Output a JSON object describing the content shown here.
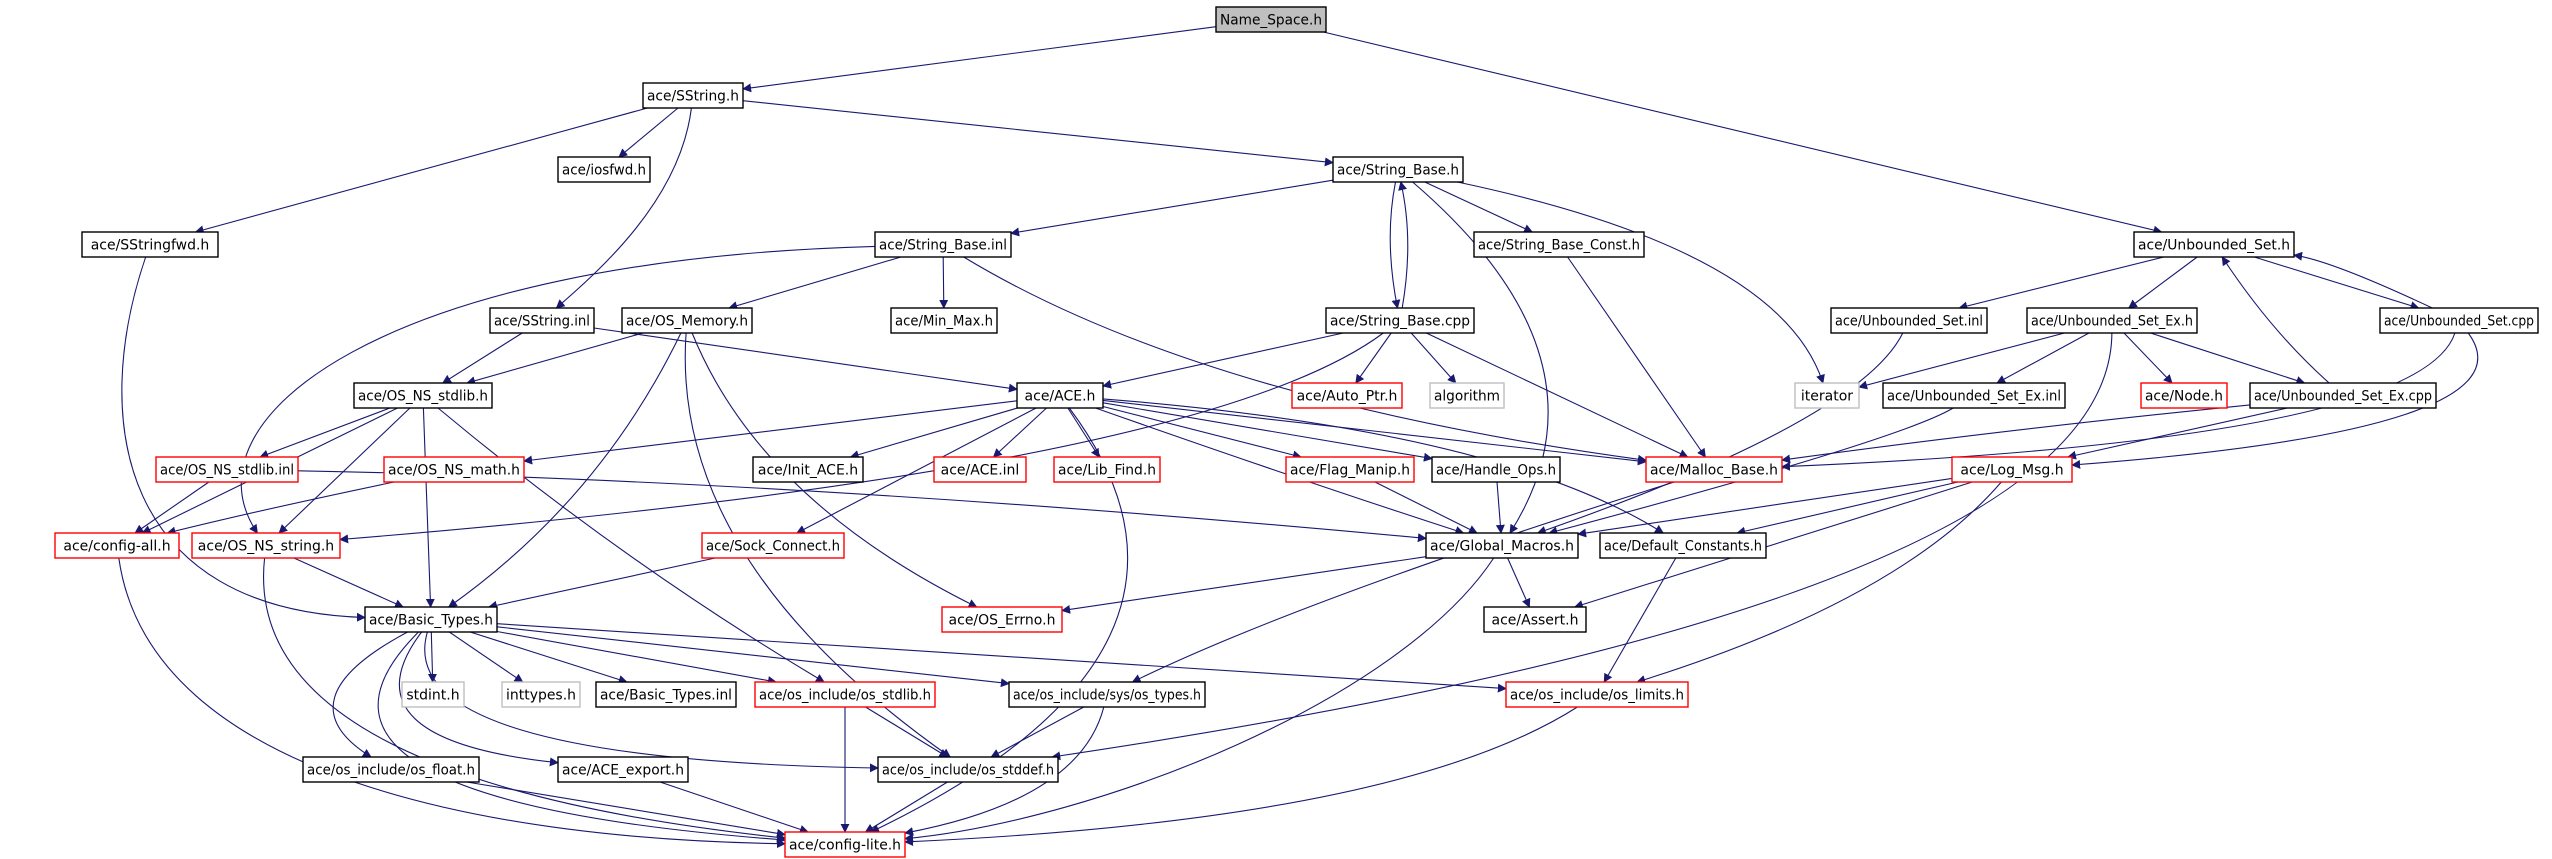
{
  "graph": {
    "colors": {
      "edge": "#191970",
      "root_fill": "#bfbfbf",
      "normal_border": "#000000",
      "truncated_border": "#ff0000",
      "external_border": "#bfbfbf"
    },
    "nodes": [
      {
        "id": "name_space",
        "label": "Name_Space.h",
        "kind": "root"
      },
      {
        "id": "sstring",
        "label": "ace/SString.h",
        "kind": "normal"
      },
      {
        "id": "iosfwd",
        "label": "ace/iosfwd.h",
        "kind": "normal"
      },
      {
        "id": "string_base_h",
        "label": "ace/String_Base.h",
        "kind": "normal"
      },
      {
        "id": "sstringfwd",
        "label": "ace/SStringfwd.h",
        "kind": "normal"
      },
      {
        "id": "string_base_inl",
        "label": "ace/String_Base.inl",
        "kind": "normal"
      },
      {
        "id": "string_base_const",
        "label": "ace/String_Base_Const.h",
        "kind": "normal"
      },
      {
        "id": "unbounded_set",
        "label": "ace/Unbounded_Set.h",
        "kind": "normal"
      },
      {
        "id": "sstring_inl",
        "label": "ace/SString.inl",
        "kind": "normal"
      },
      {
        "id": "os_memory",
        "label": "ace/OS_Memory.h",
        "kind": "normal"
      },
      {
        "id": "min_max",
        "label": "ace/Min_Max.h",
        "kind": "normal"
      },
      {
        "id": "string_base_cpp",
        "label": "ace/String_Base.cpp",
        "kind": "normal"
      },
      {
        "id": "unbounded_set_inl",
        "label": "ace/Unbounded_Set.inl",
        "kind": "normal"
      },
      {
        "id": "unbounded_set_ex",
        "label": "ace/Unbounded_Set_Ex.h",
        "kind": "normal"
      },
      {
        "id": "unbounded_set_cpp",
        "label": "ace/Unbounded_Set.cpp",
        "kind": "normal"
      },
      {
        "id": "os_ns_stdlib",
        "label": "ace/OS_NS_stdlib.h",
        "kind": "normal"
      },
      {
        "id": "ace_h",
        "label": "ace/ACE.h",
        "kind": "normal"
      },
      {
        "id": "auto_ptr",
        "label": "ace/Auto_Ptr.h",
        "kind": "truncated"
      },
      {
        "id": "algorithm",
        "label": "algorithm",
        "kind": "external"
      },
      {
        "id": "iterator",
        "label": "iterator",
        "kind": "external"
      },
      {
        "id": "unbounded_set_ex_inl",
        "label": "ace/Unbounded_Set_Ex.inl",
        "kind": "normal"
      },
      {
        "id": "node_h",
        "label": "ace/Node.h",
        "kind": "truncated"
      },
      {
        "id": "unbounded_set_ex_cpp",
        "label": "ace/Unbounded_Set_Ex.cpp",
        "kind": "normal"
      },
      {
        "id": "os_ns_stdlib_inl",
        "label": "ace/OS_NS_stdlib.inl",
        "kind": "truncated"
      },
      {
        "id": "os_ns_math",
        "label": "ace/OS_NS_math.h",
        "kind": "truncated"
      },
      {
        "id": "init_ace",
        "label": "ace/Init_ACE.h",
        "kind": "normal"
      },
      {
        "id": "ace_inl",
        "label": "ace/ACE.inl",
        "kind": "truncated"
      },
      {
        "id": "lib_find",
        "label": "ace/Lib_Find.h",
        "kind": "truncated"
      },
      {
        "id": "flag_manip",
        "label": "ace/Flag_Manip.h",
        "kind": "truncated"
      },
      {
        "id": "handle_ops",
        "label": "ace/Handle_Ops.h",
        "kind": "normal"
      },
      {
        "id": "malloc_base",
        "label": "ace/Malloc_Base.h",
        "kind": "truncated"
      },
      {
        "id": "log_msg",
        "label": "ace/Log_Msg.h",
        "kind": "truncated"
      },
      {
        "id": "config_all",
        "label": "ace/config-all.h",
        "kind": "truncated"
      },
      {
        "id": "os_ns_string",
        "label": "ace/OS_NS_string.h",
        "kind": "truncated"
      },
      {
        "id": "sock_connect",
        "label": "ace/Sock_Connect.h",
        "kind": "truncated"
      },
      {
        "id": "global_macros",
        "label": "ace/Global_Macros.h",
        "kind": "normal"
      },
      {
        "id": "default_constants",
        "label": "ace/Default_Constants.h",
        "kind": "normal"
      },
      {
        "id": "os_errno",
        "label": "ace/OS_Errno.h",
        "kind": "truncated"
      },
      {
        "id": "assert_h",
        "label": "ace/Assert.h",
        "kind": "normal"
      },
      {
        "id": "basic_types",
        "label": "ace/Basic_Types.h",
        "kind": "normal"
      },
      {
        "id": "stdint",
        "label": "stdint.h",
        "kind": "external"
      },
      {
        "id": "inttypes",
        "label": "inttypes.h",
        "kind": "external"
      },
      {
        "id": "basic_types_inl",
        "label": "ace/Basic_Types.inl",
        "kind": "normal"
      },
      {
        "id": "os_stdlib",
        "label": "ace/os_include/os_stdlib.h",
        "kind": "truncated"
      },
      {
        "id": "sys_types",
        "label": "ace/os_include/sys/os_types.h",
        "kind": "normal"
      },
      {
        "id": "os_limits",
        "label": "ace/os_include/os_limits.h",
        "kind": "truncated"
      },
      {
        "id": "os_float",
        "label": "ace/os_include/os_float.h",
        "kind": "normal"
      },
      {
        "id": "ace_export",
        "label": "ace/ACE_export.h",
        "kind": "normal"
      },
      {
        "id": "os_stddef",
        "label": "ace/os_include/os_stddef.h",
        "kind": "normal"
      },
      {
        "id": "config_lite",
        "label": "ace/config-lite.h",
        "kind": "truncated"
      }
    ]
  }
}
